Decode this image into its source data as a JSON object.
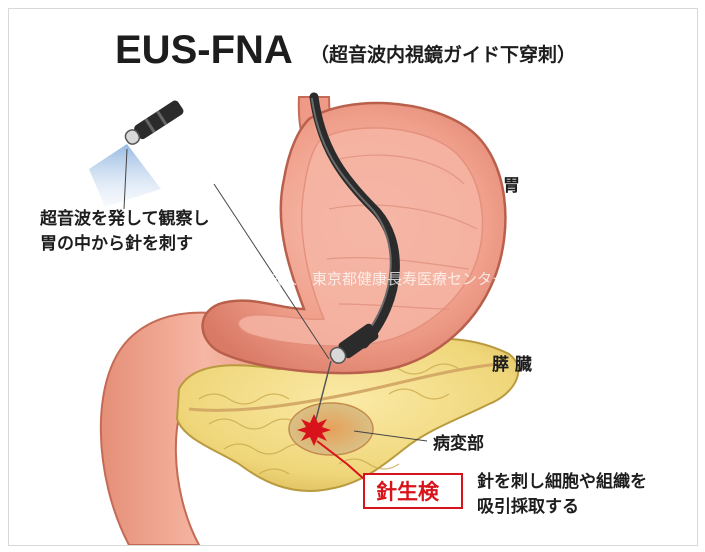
{
  "title": {
    "main": "EUS-FNA",
    "sub": "（超音波内視鏡ガイド下穿刺）"
  },
  "labels": {
    "stomach": "胃",
    "pancreas": "膵 臓",
    "lesion": "病変部",
    "biopsy": "針生検"
  },
  "notes": {
    "scope_line1": "超音波を発して観察し",
    "scope_line2": "胃の中から針を刺す",
    "biopsy_line1": "針を刺し細胞や組織を",
    "biopsy_line2": "吸引採取する"
  },
  "watermark": "地方独立行政法人　東京都健康長寿医療センター",
  "colors": {
    "stomach": "#f2a08e",
    "stomach_inner": "#f7b8a8",
    "pancreas": "#f1dc80",
    "accent_red": "#d8131b",
    "scope": "#2b2b2b",
    "ultrasound": "#a9c6e8"
  }
}
